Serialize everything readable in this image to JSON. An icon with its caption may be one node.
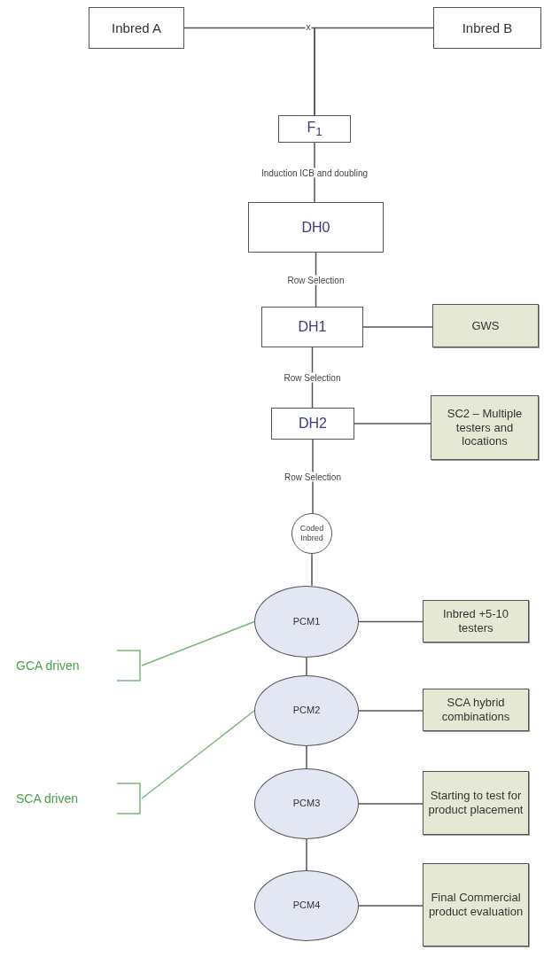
{
  "diagram": {
    "nodes": [
      {
        "text": [
          "Inbred A"
        ]
      },
      {
        "text": [
          "Inbred B"
        ]
      },
      {
        "text": [
          "F$_{1}$"
        ]
      },
      {
        "text": [
          "DH0"
        ]
      },
      {
        "text": [
          "DH1"
        ]
      },
      {
        "text": [
          "GWS"
        ]
      },
      {
        "text": [
          "DH2"
        ]
      },
      {
        "text": [
          "SC2 – Multiple testers and locations"
        ]
      },
      {
        "text": [
          "Coded Inbred"
        ]
      },
      {
        "text": [
          "PCM1"
        ]
      },
      {
        "text": [
          "Inbred +5-10 testers"
        ]
      },
      {
        "text": [
          "PCM2"
        ]
      },
      {
        "text": [
          "SCA hybrid combinations"
        ]
      },
      {
        "text": [
          "PCM3"
        ]
      },
      {
        "text": [
          "Starting to test for product placement"
        ]
      },
      {
        "text": [
          "PCM4"
        ]
      },
      {
        "text": [
          "Final Commercial product evaluation"
        ]
      },
      {
        "text": [
          "GCA driven"
        ]
      },
      {
        "text": [
          "SCA driven"
        ]
      }
    ],
    "edges": [
      {
        "from": 0,
        "to": 2,
        "arrow": "none"
      },
      {
        "from": 1,
        "to": 2,
        "arrow": "none"
      },
      {
        "from": 2,
        "to": 3,
        "arrow": "none",
        "label": "Induction ICB and doubling"
      },
      {
        "from": 3,
        "to": 4,
        "arrow": "none",
        "label": "Row Selection"
      },
      {
        "from": 4,
        "to": 5,
        "arrow": "none"
      },
      {
        "from": 4,
        "to": 6,
        "arrow": "none",
        "label": "Row Selection"
      },
      {
        "from": 6,
        "to": 7,
        "arrow": "none"
      },
      {
        "from": 6,
        "to": 8,
        "arrow": "none",
        "label": "Row Selection"
      },
      {
        "from": 8,
        "to": 9,
        "arrow": "none"
      },
      {
        "from": 9,
        "to": 10,
        "arrow": "none"
      },
      {
        "from": 9,
        "to": 11,
        "arrow": "none"
      },
      {
        "from": 11,
        "to": 12,
        "arrow": "none"
      },
      {
        "from": 11,
        "to": 13,
        "arrow": "none"
      },
      {
        "from": 13,
        "to": 14,
        "arrow": "none"
      },
      {
        "from": 13,
        "to": 15,
        "arrow": "none"
      },
      {
        "from": 15,
        "to": 16,
        "arrow": "none"
      },
      {
        "from": 17,
        "to": 9,
        "arrow": "none",
        "color": "#7ab87a"
      },
      {
        "from": 18,
        "to": 11,
        "arrow": "none",
        "color": "#7ab87a"
      }
    ],
    "labels": [
      "x"
    ]
  }
}
